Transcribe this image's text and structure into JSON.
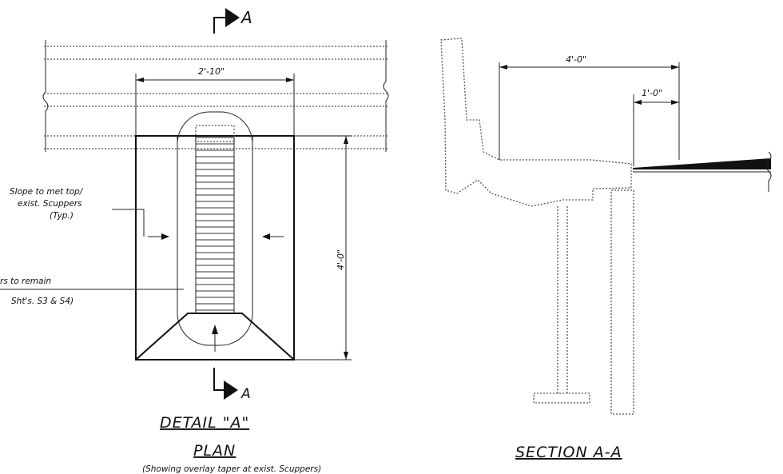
{
  "plan": {
    "section_marker_top": "A",
    "section_marker_bottom": "A",
    "dim_width": "2'-10\"",
    "dim_height": "4'-0\"",
    "note_slope": [
      "Slope to met top/",
      "exist. Scuppers",
      "(Typ.)"
    ],
    "note_remain": [
      "rs to remain",
      "Sht's. S3 & S4)"
    ],
    "title_detail": "DETAIL \"A\"",
    "title_plan": "PLAN",
    "caption": "(Showing overlay taper at exist. Scuppers)"
  },
  "section": {
    "dim_overall": "4'-0\"",
    "dim_taper": "1'-0\"",
    "title": "SECTION A-A"
  }
}
